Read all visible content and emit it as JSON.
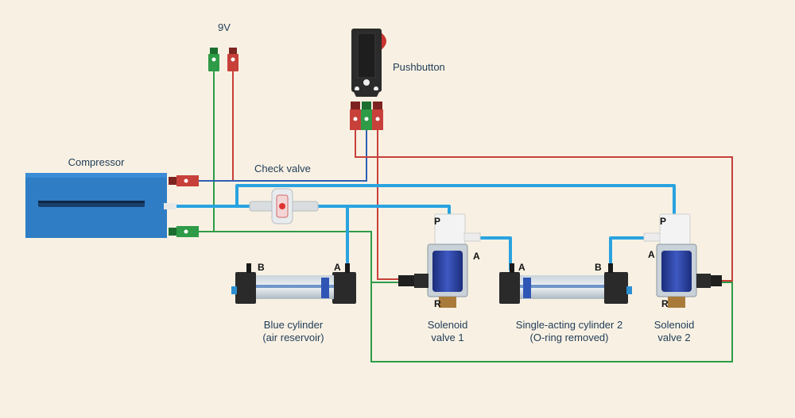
{
  "labels": {
    "battery": "9V",
    "pushbutton": "Pushbutton",
    "compressor": "Compressor",
    "check_valve": "Check valve",
    "blue_cylinder_line1": "Blue cylinder",
    "blue_cylinder_line2": "(air reservoir)",
    "solenoid1_line1": "Solenoid",
    "solenoid1_line2": "valve 1",
    "cylinder2_line1": "Single-acting cylinder 2",
    "cylinder2_line2": "(O-ring removed)",
    "solenoid2_line1": "Solenoid",
    "solenoid2_line2": "valve 2"
  },
  "ports": {
    "b": "B",
    "a": "A",
    "p": "P",
    "r": "R"
  },
  "colors": {
    "background": "#f8f1e3",
    "air_tube": "#29a3e0",
    "wire_red": "#c8403a",
    "wire_green": "#2e9b47",
    "wire_blue": "#2f5fb3",
    "compressor_body": "#2f7dc4",
    "text": "#1f3b57"
  }
}
